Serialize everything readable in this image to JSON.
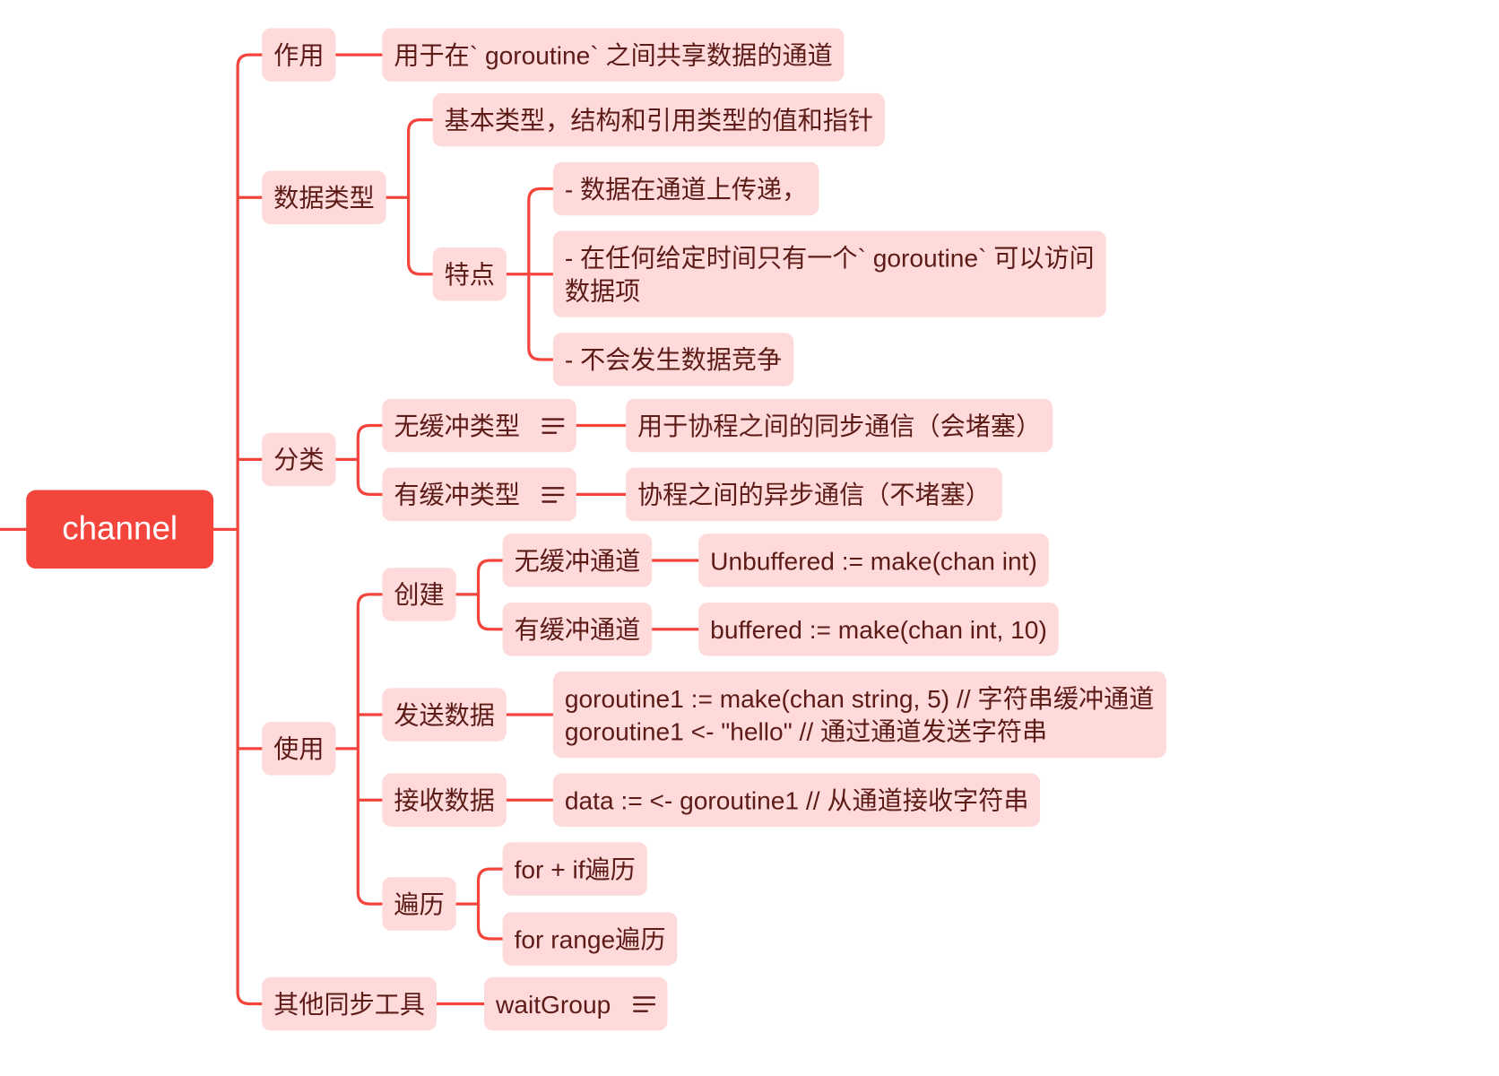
{
  "colors": {
    "root_fill": "#F4453D",
    "root_text": "#FFFFFF",
    "topic_fill": "#FEDBDA",
    "topic_text": "#5C1B17",
    "connector": "#F4453D"
  },
  "mindmap": {
    "root": "channel",
    "topics": [
      {
        "label": "作用",
        "children": [
          {
            "label": "用于在` goroutine` 之间共享数据的通道"
          }
        ]
      },
      {
        "label": "数据类型",
        "children": [
          {
            "label": "基本类型，结构和引用类型的值和指针"
          },
          {
            "label": "特点",
            "children": [
              {
                "label": "- 数据在通道上传递，"
              },
              {
                "label": "- 在任何给定时间只有一个` goroutine` 可以访问\n数据项"
              },
              {
                "label": "- 不会发生数据竞争"
              }
            ]
          }
        ]
      },
      {
        "label": "分类",
        "children": [
          {
            "label": "无缓冲类型",
            "icon": "notes-icon",
            "children": [
              {
                "label": "用于协程之间的同步通信（会堵塞）"
              }
            ]
          },
          {
            "label": "有缓冲类型",
            "icon": "notes-icon",
            "children": [
              {
                "label": "协程之间的异步通信（不堵塞）"
              }
            ]
          }
        ]
      },
      {
        "label": "使用",
        "children": [
          {
            "label": "创建",
            "children": [
              {
                "label": "无缓冲通道",
                "children": [
                  {
                    "label": "Unbuffered := make(chan int)"
                  }
                ]
              },
              {
                "label": "有缓冲通道",
                "children": [
                  {
                    "label": "buffered := make(chan int, 10)"
                  }
                ]
              }
            ]
          },
          {
            "label": "发送数据",
            "children": [
              {
                "label": "goroutine1 := make(chan string, 5) // 字符串缓冲通道\ngoroutine1 <- \"hello\" // 通过通道发送字符串"
              }
            ]
          },
          {
            "label": "接收数据",
            "children": [
              {
                "label": "data := <- goroutine1 // 从通道接收字符串"
              }
            ]
          },
          {
            "label": "遍历",
            "children": [
              {
                "label": "for + if遍历"
              },
              {
                "label": "for range遍历"
              }
            ]
          }
        ]
      },
      {
        "label": "其他同步工具",
        "children": [
          {
            "label": "waitGroup",
            "icon": "notes-icon"
          }
        ]
      }
    ]
  }
}
